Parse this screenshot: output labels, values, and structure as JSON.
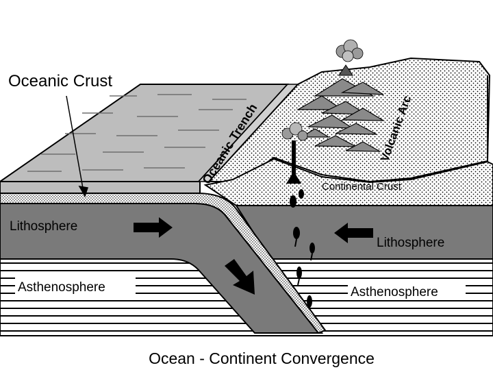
{
  "labels": {
    "oceanic_crust": "Oceanic Crust",
    "oceanic_trench": "Oceanic Trench",
    "volcanic_arc": "Volcanic Arc",
    "continental_crust": "Continental Crust",
    "lithosphere_left": "Lithosphere",
    "lithosphere_right": "Lithosphere",
    "asthenosphere_left": "Asthenosphere",
    "asthenosphere_right": "Asthenosphere"
  },
  "caption": "Ocean - Continent Convergence",
  "colors": {
    "lithosphere": "#7a7a7a",
    "ocean_surface": "#bdbdbd",
    "ink": "#000000",
    "background": "#ffffff"
  }
}
